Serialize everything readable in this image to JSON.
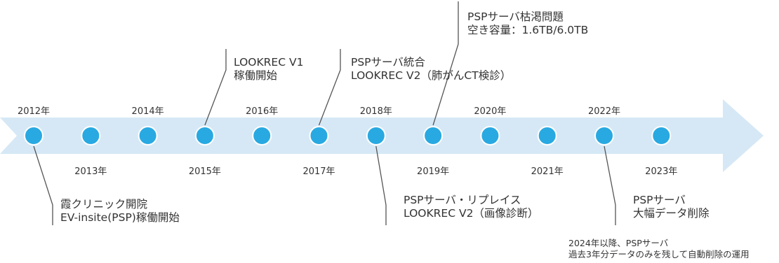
{
  "colors": {
    "arrow": "#d6e8f5",
    "dot": "#29a9e1",
    "dot_stroke": "#ffffff",
    "connector": "#555555",
    "text": "#333333"
  },
  "timeline": {
    "years": [
      "2012年",
      "2013年",
      "2014年",
      "2015年",
      "2016年",
      "2017年",
      "2018年",
      "2019年",
      "2020年",
      "2021年",
      "2022年",
      "2023年"
    ]
  },
  "events": [
    {
      "id": "kasumi-clinic",
      "year_index": 0,
      "lines": [
        "霞クリニック開院",
        "EV-insite(PSP)稼働開始"
      ]
    },
    {
      "id": "lookrec-v1",
      "year_index": 3,
      "lines": [
        "LOOKREC V1",
        "稼働開始"
      ]
    },
    {
      "id": "psp-integration",
      "year_index": 5,
      "lines": [
        "PSPサーバ統合",
        "LOOKREC V2（肺がんCT検診）"
      ]
    },
    {
      "id": "psp-replace",
      "year_index": 6,
      "lines": [
        "PSPサーバ・リプレイス",
        "LOOKREC V2（画像診断）"
      ]
    },
    {
      "id": "psp-depletion",
      "year_index": 7,
      "lines": [
        "PSPサーバ枯渇問題",
        "空き容量：1.6TB/6.0TB"
      ]
    },
    {
      "id": "psp-deletion",
      "year_index": 10,
      "lines": [
        "PSPサーバ",
        "大幅データ削除"
      ]
    }
  ],
  "note": {
    "lines": [
      "2024年以降、PSPサーバ",
      "過去3年分データのみを残して自動削除の運用"
    ]
  }
}
